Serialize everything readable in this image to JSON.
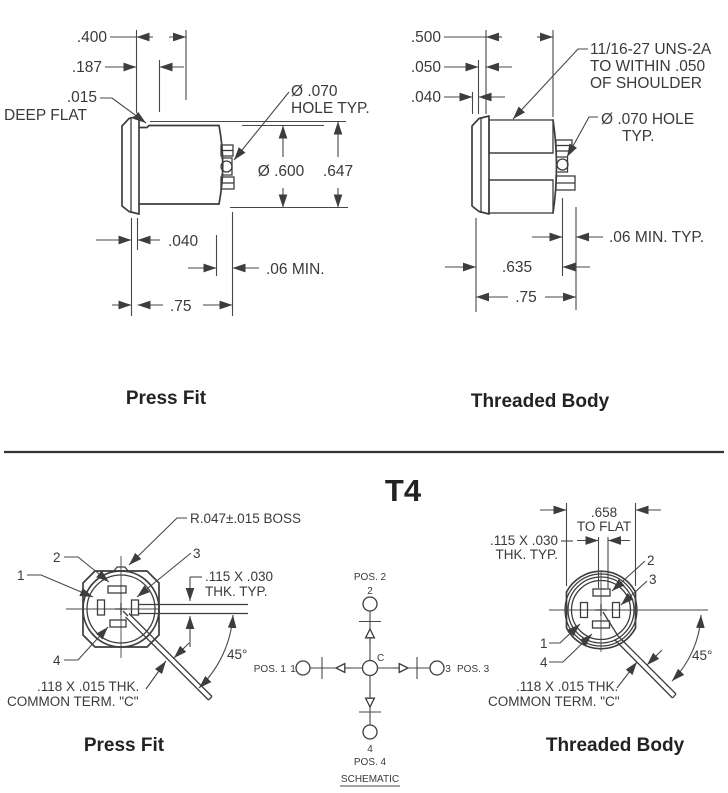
{
  "title": "T4",
  "colors": {
    "line": "#3d3d3d",
    "dim_line": "#474747",
    "text": "#3a3a3a",
    "caption": "#222222",
    "background": "#ffffff"
  },
  "top_left": {
    "caption": "Press Fit",
    "dim_400": ".400",
    "dim_187": ".187",
    "dim_015": ".015",
    "deep_flat": "DEEP FLAT",
    "hole_dia": "Ø .070",
    "hole_typ": "HOLE TYP.",
    "dia_600": "Ø .600",
    "dim_647": ".647",
    "dim_040": ".040",
    "dim_06min": ".06 MIN.",
    "dim_75": ".75"
  },
  "top_right": {
    "caption": "Threaded Body",
    "dim_500": ".500",
    "dim_050": ".050",
    "dim_040": ".040",
    "thread_line1": "11/16-27 UNS-2A",
    "thread_line2": "TO WITHIN .050",
    "thread_line3": "OF SHOULDER",
    "hole_line1": "Ø .070 HOLE",
    "hole_line2": "TYP.",
    "dim_06min": ".06 MIN. TYP.",
    "dim_635": ".635",
    "dim_75": ".75"
  },
  "bottom_left": {
    "caption": "Press Fit",
    "boss": "R.047±.015 BOSS",
    "pin1": "1",
    "pin2": "2",
    "pin3": "3",
    "pin4": "4",
    "thk_line1": ".115 X .030",
    "thk_line2": "THK. TYP.",
    "angle": "45°",
    "common_line1": ".118 X .015 THK.",
    "common_line2": "COMMON TERM. \"C\""
  },
  "bottom_right": {
    "caption": "Threaded Body",
    "flat_dim": ".658",
    "flat_label": "TO FLAT",
    "thk_line1": ".115 X .030",
    "thk_line2": "THK. TYP.",
    "pin1": "1",
    "pin2": "2",
    "pin3": "3",
    "pin4": "4",
    "angle": "45°",
    "common_line1": ".118 X .015 THK.",
    "common_line2": "COMMON TERM. \"C\""
  },
  "schematic": {
    "pos1": "POS. 1",
    "pos2": "POS. 2",
    "pos3": "POS. 3",
    "pos4": "POS. 4",
    "n1": "1",
    "n2": "2",
    "n3": "3",
    "n4": "4",
    "common": "C",
    "caption": "SCHEMATIC"
  }
}
